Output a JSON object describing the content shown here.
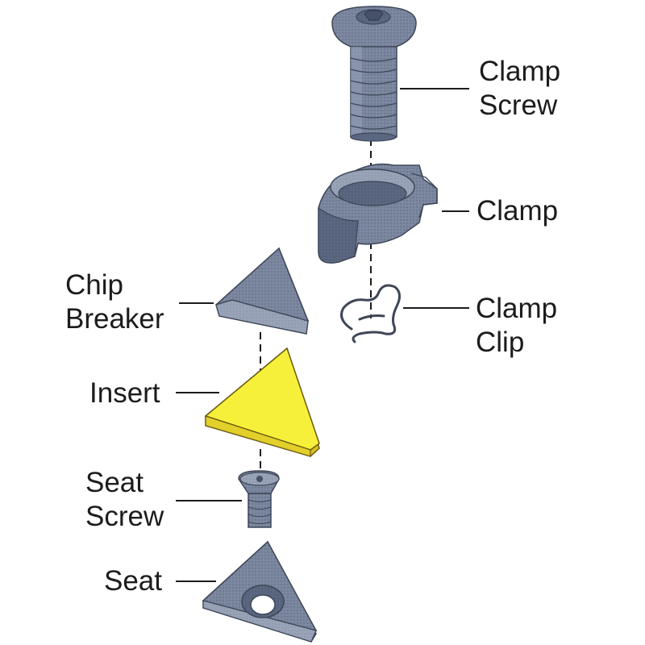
{
  "colors": {
    "background": "#ffffff",
    "part_fill": "#7a869e",
    "part_dark": "#56627a",
    "part_light": "#a2acc0",
    "insert_fill": "#f7f03a",
    "insert_side": "#d9c21e",
    "leader": "#1c1c1c"
  },
  "labels": {
    "clamp_screw": {
      "line1": "Clamp",
      "line2": "Screw"
    },
    "clamp": "Clamp",
    "clamp_clip": {
      "line1": "Clamp",
      "line2": "Clip"
    },
    "chip_breaker": {
      "line1": "Chip",
      "line2": "Breaker"
    },
    "insert": "Insert",
    "seat_screw": {
      "line1": "Seat",
      "line2": "Screw"
    },
    "seat": "Seat"
  }
}
